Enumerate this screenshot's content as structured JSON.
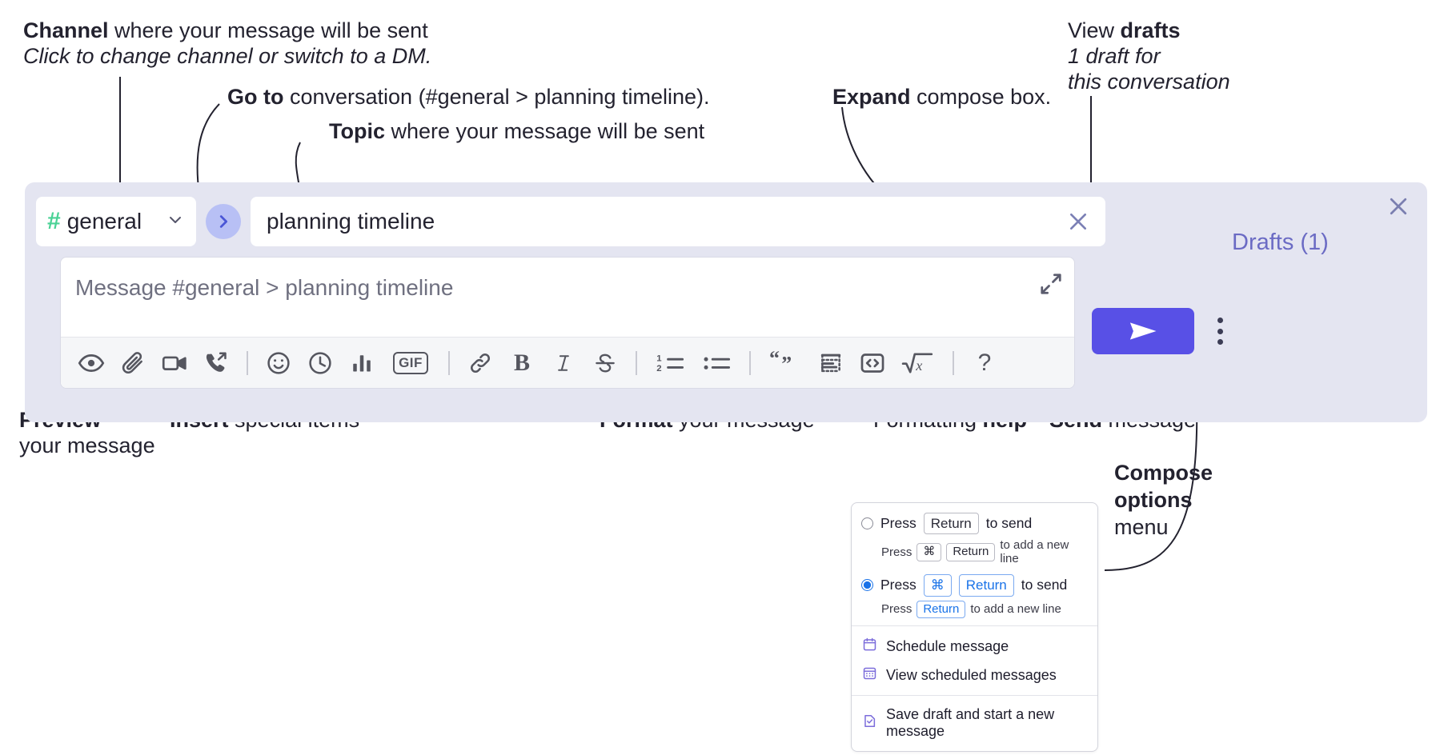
{
  "annotations": {
    "channel": {
      "bold": "Channel",
      "rest": " where your message will be sent",
      "italic": "Click to change channel or switch to a DM."
    },
    "goto": {
      "bold": "Go to",
      "rest": " conversation (#general > planning timeline)."
    },
    "topic": {
      "bold": "Topic",
      "rest": " where your message will be sent"
    },
    "expand": {
      "bold": "Expand",
      "rest": " compose box."
    },
    "drafts": {
      "line1_rest": "View ",
      "line1_bold": "drafts",
      "line2": "1 draft for",
      "line3": "this conversation"
    },
    "preview": {
      "bold": "Preview",
      "line2": "your message"
    },
    "insert": {
      "bold": "Insert",
      "rest": " special items"
    },
    "format": {
      "bold": "Format",
      "rest": " your message"
    },
    "formatting_help": {
      "rest": "Formatting ",
      "bold": "help"
    },
    "send": {
      "bold": "Send",
      "rest": " message"
    },
    "compose_options": {
      "line1": "Compose",
      "line2": "options",
      "line3": "menu"
    }
  },
  "compose": {
    "channel_name": "general",
    "hash_symbol": "#",
    "topic_value": "planning timeline",
    "editor_placeholder": "Message #general > planning timeline",
    "drafts_label": "Drafts (1)",
    "gif_label": "GIF",
    "bold_label": "B",
    "italic_label": "I",
    "help_label": "?",
    "toolbar_items": [
      {
        "name": "preview-icon",
        "label": "Preview"
      },
      {
        "name": "attachment-icon",
        "label": "Attach file"
      },
      {
        "name": "video-icon",
        "label": "Record video clip"
      },
      {
        "name": "audio-call-icon",
        "label": "Huddle"
      },
      {
        "name": "emoji-icon",
        "label": "Emoji"
      },
      {
        "name": "reminder-clock-icon",
        "label": "Reminder"
      },
      {
        "name": "poll-icon",
        "label": "Poll"
      },
      {
        "name": "gif-icon",
        "label": "GIF"
      },
      {
        "name": "link-icon",
        "label": "Link"
      },
      {
        "name": "bold-icon",
        "label": "Bold"
      },
      {
        "name": "italic-icon",
        "label": "Italic"
      },
      {
        "name": "strikethrough-icon",
        "label": "Strikethrough"
      },
      {
        "name": "ordered-list-icon",
        "label": "Ordered list"
      },
      {
        "name": "bulleted-list-icon",
        "label": "Bulleted list"
      },
      {
        "name": "blockquote-icon",
        "label": "Blockquote"
      },
      {
        "name": "code-block-icon",
        "label": "Code block"
      },
      {
        "name": "code-icon",
        "label": "Code"
      },
      {
        "name": "math-icon",
        "label": "Math"
      },
      {
        "name": "help-icon",
        "label": "Formatting help"
      }
    ]
  },
  "menu": {
    "option1": {
      "selected": false,
      "press": "Press",
      "key": "Return",
      "to_send": "to send",
      "sub_press": "Press",
      "sub_key1": "⌘",
      "sub_key2": "Return",
      "sub_rest": "to add a new line"
    },
    "option2": {
      "selected": true,
      "press": "Press",
      "key1": "⌘",
      "key2": "Return",
      "to_send": "to send",
      "sub_press": "Press",
      "sub_key": "Return",
      "sub_rest": "to add a new line"
    },
    "items": [
      {
        "icon": "calendar-icon",
        "label": "Schedule message"
      },
      {
        "icon": "calendar-grid-icon",
        "label": "View scheduled messages"
      },
      {
        "icon": "save-draft-icon",
        "label": "Save draft and start a new message"
      }
    ]
  },
  "colors": {
    "panel_bg": "#e4e5f1",
    "send_button": "#5850e6",
    "hash_green": "#4ad295",
    "goto_circle": "#b8c0f5",
    "drafts_purple": "#6b6bc4",
    "radio_blue": "#1a73e8",
    "menu_icon_purple": "#7c6ddb"
  }
}
